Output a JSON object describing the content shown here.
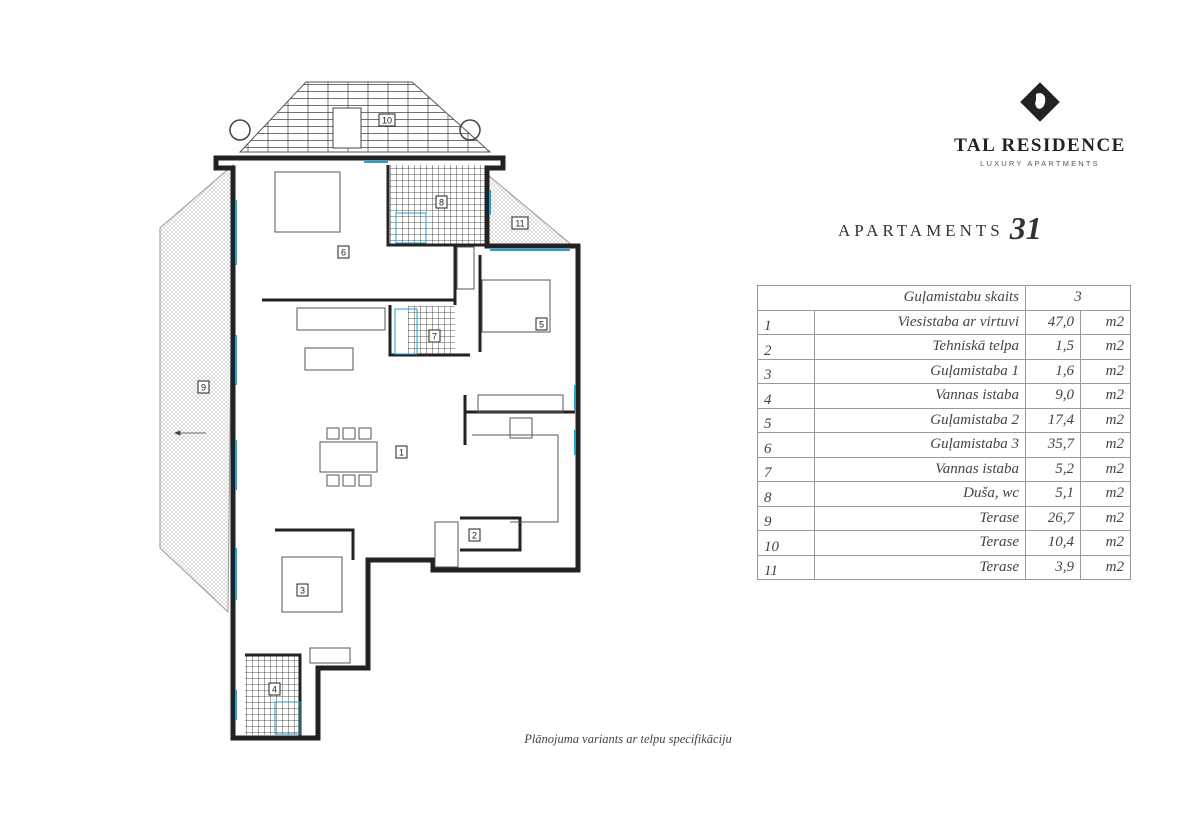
{
  "brand": {
    "name": "TAL RESIDENCE",
    "tagline": "LUXURY APARTMENTS",
    "logo_icon": "diamond-portrait-icon"
  },
  "title": {
    "label": "APARTAMENTS",
    "number": "31"
  },
  "spec_table": {
    "header": {
      "label": "Guļamistabu skaits",
      "value": "3"
    },
    "rows": [
      {
        "no": "1",
        "name": "Viesistaba ar virtuvi",
        "area": "47,0",
        "unit": "m2"
      },
      {
        "no": "2",
        "name": "Tehniskā telpa",
        "area": "1,5",
        "unit": "m2"
      },
      {
        "no": "3",
        "name": "Guļamistaba 1",
        "area": "1,6",
        "unit": "m2"
      },
      {
        "no": "4",
        "name": "Vannas istaba",
        "area": "9,0",
        "unit": "m2"
      },
      {
        "no": "5",
        "name": "Guļamistaba 2",
        "area": "17,4",
        "unit": "m2"
      },
      {
        "no": "6",
        "name": "Guļamistaba 3",
        "area": "35,7",
        "unit": "m2"
      },
      {
        "no": "7",
        "name": "Vannas istaba",
        "area": "5,2",
        "unit": "m2"
      },
      {
        "no": "8",
        "name": "Duša, wc",
        "area": "5,1",
        "unit": "m2"
      },
      {
        "no": "9",
        "name": "Terase",
        "area": "26,7",
        "unit": "m2"
      },
      {
        "no": "10",
        "name": "Terase",
        "area": "10,4",
        "unit": "m2"
      },
      {
        "no": "11",
        "name": "Terase",
        "area": "3,9",
        "unit": "m2"
      }
    ]
  },
  "plan": {
    "room_labels": [
      "1",
      "2",
      "3",
      "4",
      "5",
      "6",
      "7",
      "8",
      "9",
      "10",
      "11"
    ],
    "wall_color": "#222222",
    "window_color": "#1ea0d8"
  },
  "caption": "Plānojuma variants ar telpu specifikāciju"
}
